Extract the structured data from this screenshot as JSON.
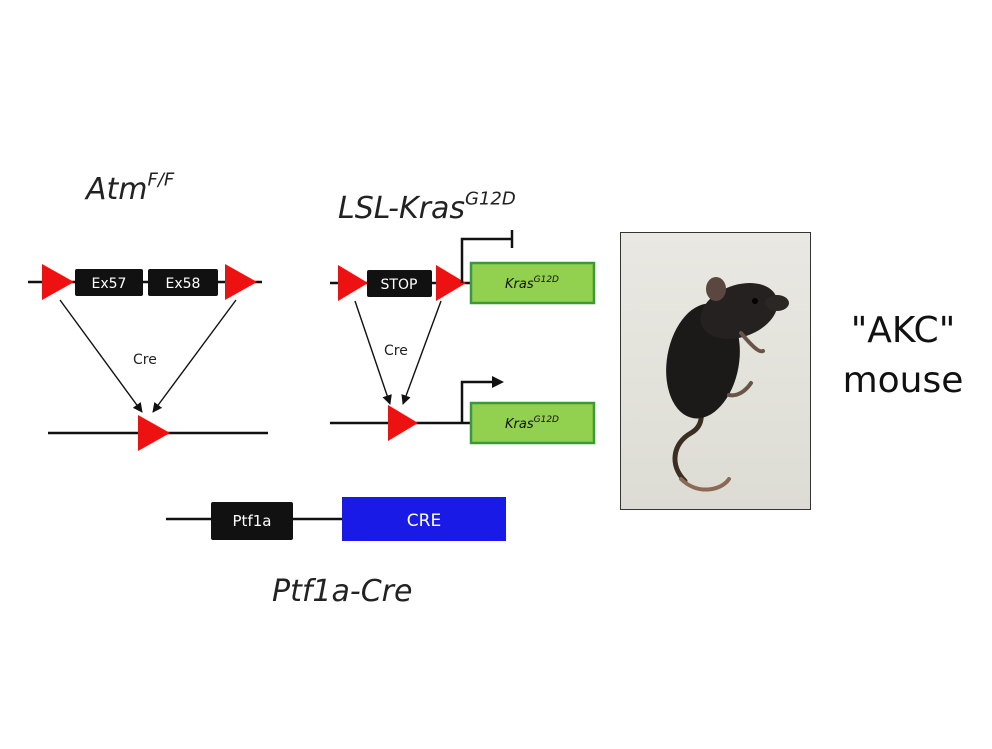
{
  "atm": {
    "title": "Atm",
    "title_sup": "F/F",
    "exon1": "Ex57",
    "exon2": "Ex58",
    "cre": "Cre"
  },
  "lsl": {
    "title": "LSL-Kras",
    "title_sup": "G12D",
    "stop": "STOP",
    "kras": "Kras",
    "kras_sup": "G12D",
    "cre": "Cre"
  },
  "ptf": {
    "gene": "Ptf1a",
    "cre_box": "CRE",
    "title": "Ptf1a-Cre"
  },
  "akc": {
    "line1": "\"AKC\"",
    "line2": "mouse"
  },
  "colors": {
    "loxp": "#ee1111",
    "exon": "#111111",
    "kras_fill": "#92d050",
    "kras_border": "#3a9a3a",
    "cre_box": "#1a1ae6"
  }
}
